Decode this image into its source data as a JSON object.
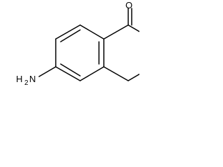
{
  "structure": {
    "atoms": {
      "oxygen": "O",
      "amine_h": "H",
      "amine_sub": "2",
      "amine_n": "N"
    }
  }
}
